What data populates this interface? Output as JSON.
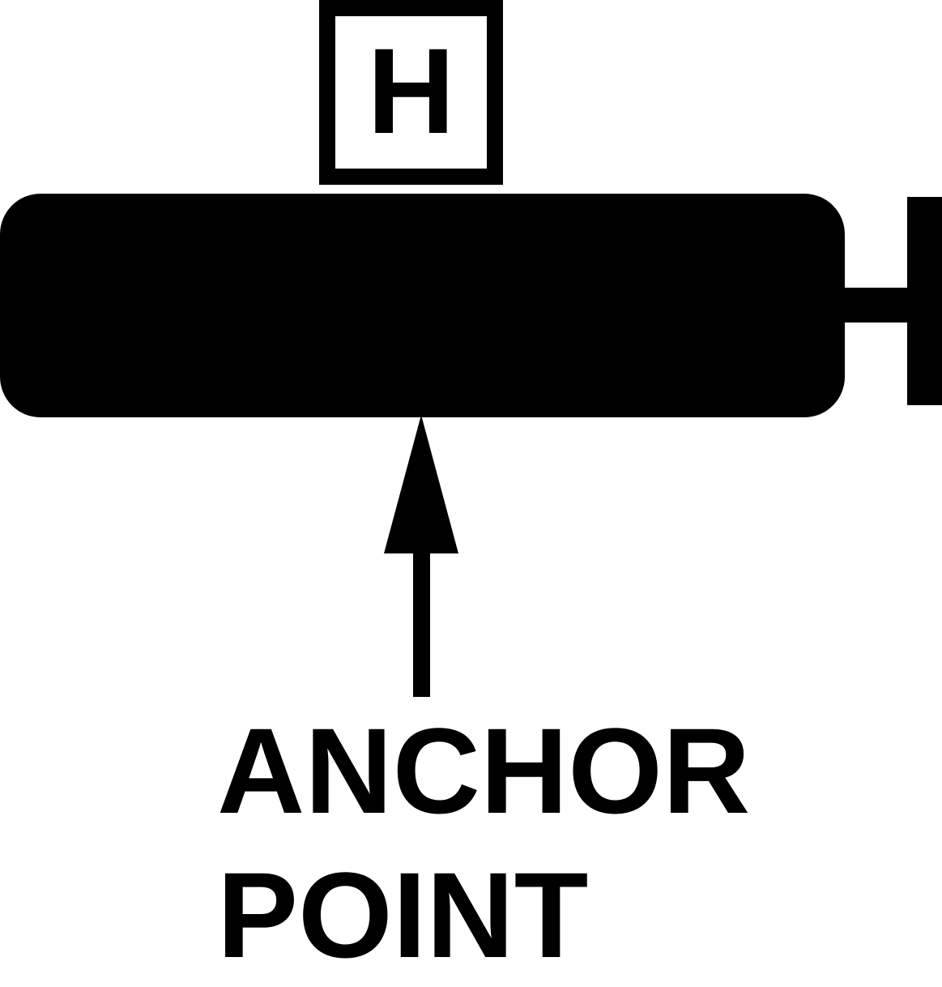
{
  "figure": {
    "box_letter": "H",
    "label_line_1": "ANCHOR",
    "label_line_2": "POINT"
  },
  "colors": {
    "ink": "#000000",
    "background": "#ffffff"
  }
}
